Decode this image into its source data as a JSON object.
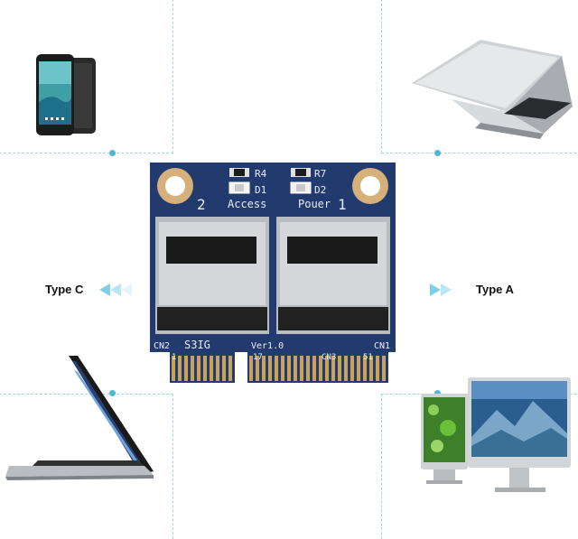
{
  "colors": {
    "board": "#233a6e",
    "board_dark": "#1b2d58",
    "gold": "#caa159",
    "accent_dashed": "#9ed6dc",
    "accent_dot": "#4fb8d4"
  },
  "labels": {
    "left_type": "Type C",
    "right_type": "Type A"
  },
  "card": {
    "silk_r4": "R4",
    "silk_r7": "R7",
    "silk_d1": "D1",
    "silk_d2": "D2",
    "silk_num_left": "2",
    "silk_num_right": "1",
    "silk_access": "Access",
    "silk_power": "Pouer",
    "silk_cn2": "CN2",
    "silk_cn1": "CN1",
    "silk_cn3": "CN3",
    "silk_ver": "Ver1.0",
    "silk_pin1": "1",
    "silk_pin17": "17",
    "silk_pin51": "51",
    "silk_code": "S3IG"
  },
  "icons": {
    "phone": "smartphone-icon",
    "laptop_top_right": "laptop-icon",
    "laptop_bottom_left": "laptop-icon",
    "desktops": "desktop-monitor-icon"
  }
}
